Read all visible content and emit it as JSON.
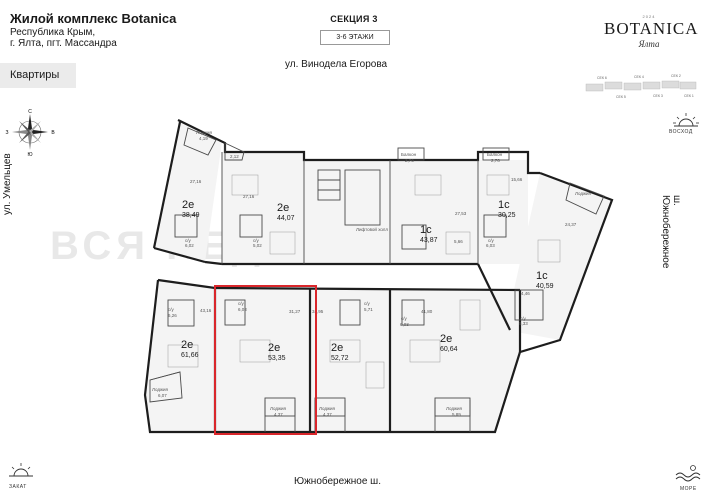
{
  "header": {
    "title": "Жилой комплекс Botanica",
    "address_line1": "Республика Крым,",
    "address_line2": "г. Ялта, пгт. Массандра",
    "section": "СЕКЦИЯ 3",
    "floors": "3-6 ЭТАЖИ"
  },
  "logo": {
    "small_text": "2024",
    "name": "BOTANICA",
    "subtitle": "Ялта"
  },
  "nav": {
    "tab_label": "Квартиры"
  },
  "streets": {
    "top": "ул. Винодела Егорова",
    "bottom": "Южнобережное ш.",
    "left": "ул. Умельцев",
    "right": "ш. Южнобережное"
  },
  "directions": {
    "sunrise": "ВОСХОД",
    "sunset": "ЗАКАТ",
    "sea": "МОРЕ"
  },
  "compass": {
    "n": "С",
    "s": "Ю",
    "w": "З",
    "e": "В"
  },
  "watermark": "ВСЯ НЕДВИЖИМОСТЬ",
  "minimap_labels": [
    "СЕК 6",
    "СЕК 4",
    "СЕК 2",
    "СЕК 5",
    "СЕК 3",
    "СЕК 1"
  ],
  "apartments": [
    {
      "type": "2е",
      "area": "38,49"
    },
    {
      "type": "2е",
      "area": "44,07"
    },
    {
      "type": "1с",
      "area": "43,87"
    },
    {
      "type": "1с",
      "area": "30,25"
    },
    {
      "type": "1с",
      "area": "40,59"
    },
    {
      "type": "2е",
      "area": "61,66"
    },
    {
      "type": "2е",
      "area": "53,35"
    },
    {
      "type": "2е",
      "area": "52,72"
    },
    {
      "type": "2е",
      "area": "60,64"
    }
  ],
  "rooms": {
    "loggia": "Лоджия",
    "balcony": "Балкон",
    "lift_hall": "Лифтовой холл",
    "cy": "с/у"
  },
  "dims": {
    "d4_19": "4,19",
    "d2_12": "2,12",
    "d27_16": "27,16",
    "d27_16b": "27,16",
    "d6_02": "6,02",
    "d5_02": "5,02",
    "d2_76a": "2,76",
    "d2_76b": "2,76",
    "d27_53": "27,53",
    "d5_66": "5,66",
    "d15_66": "15,66",
    "d6_03a": "6,03",
    "d24_37": "24,37",
    "d4_46": "4,46",
    "d6_26": "6,26",
    "d43_16": "43,16",
    "d6_07": "6,07",
    "d6_03b": "6,03",
    "d31_27": "31,27",
    "d4_37a": "4,37",
    "d34_95": "34,95",
    "d5_71": "5,71",
    "d4_37b": "4,37",
    "d6_03c": "6,03",
    "d41_80": "41,80",
    "d5_89": "5,89",
    "d5_33": "5,33"
  },
  "highlight_color": "#d9262b"
}
